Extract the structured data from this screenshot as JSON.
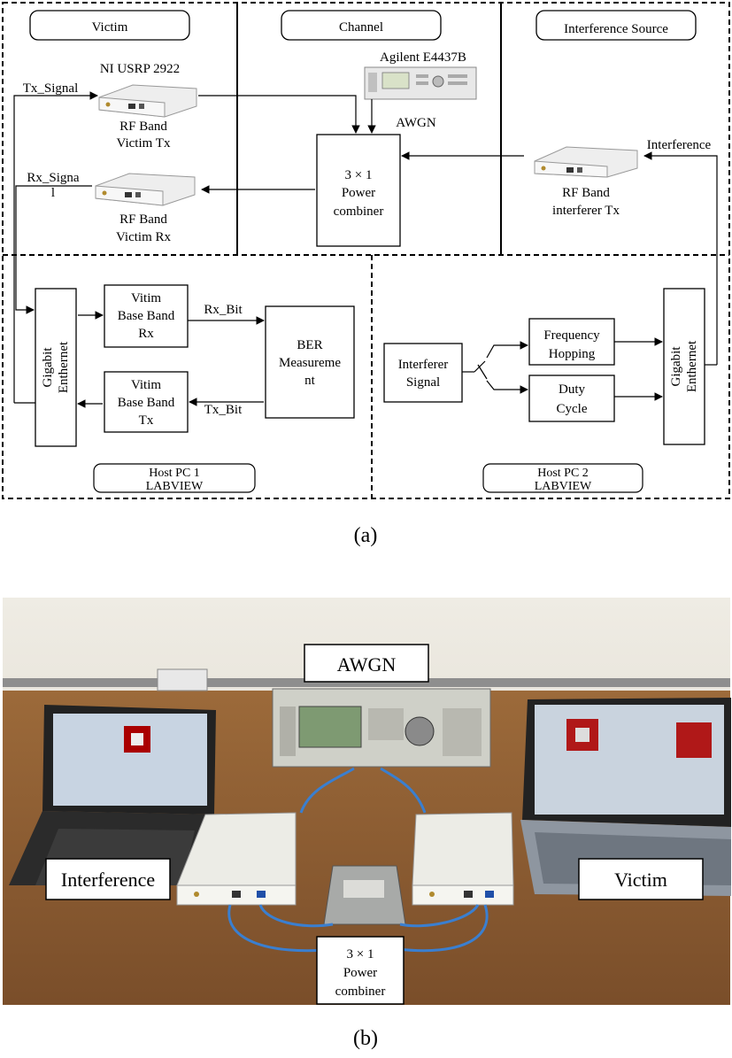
{
  "diagram": {
    "regions": {
      "victim": "Victim",
      "channel": "Channel",
      "interference_source": "Interference Source",
      "host_pc1": [
        "Host PC 1",
        "LABVIEW"
      ],
      "host_pc2": [
        "Host PC 2",
        "LABVIEW"
      ]
    },
    "devices": {
      "usrp_model": "NI USRP 2922",
      "victim_tx": [
        "RF Band",
        "Victim Tx"
      ],
      "victim_rx": [
        "RF Band",
        "Victim Rx"
      ],
      "signal_generator": "Agilent E4437B",
      "awgn": "AWGN",
      "interferer_tx": [
        "RF Band",
        "interferer Tx"
      ]
    },
    "signals": {
      "tx_signal": "Tx_Signal",
      "rx_signal": [
        "Rx_Signa",
        "l"
      ],
      "interference": "Interference",
      "rx_bit": "Rx_Bit",
      "tx_bit": "Tx_Bit"
    },
    "blocks": {
      "combiner": [
        "3 × 1",
        "Power",
        "combiner"
      ],
      "gigabit_left": [
        "Gigabit",
        "Enthernet"
      ],
      "gigabit_right": [
        "Gigabit",
        "Enthernet"
      ],
      "base_rx": [
        "Vitim",
        "Base Band",
        "Rx"
      ],
      "base_tx": [
        "Vitim",
        "Base Band",
        "Tx"
      ],
      "ber": [
        "BER",
        "Measureme",
        "nt"
      ],
      "interferer_signal": [
        "Interferer",
        "Signal"
      ],
      "freq_hopping": [
        "Frequency",
        "Hopping"
      ],
      "duty_cycle": [
        "Duty",
        "Cycle"
      ]
    },
    "caption": "(a)"
  },
  "photo": {
    "labels": {
      "awgn": "AWGN",
      "interference": "Interference",
      "victim": "Victim",
      "combiner": [
        "3 × 1",
        "Power",
        "combiner"
      ]
    },
    "caption": "(b)"
  }
}
